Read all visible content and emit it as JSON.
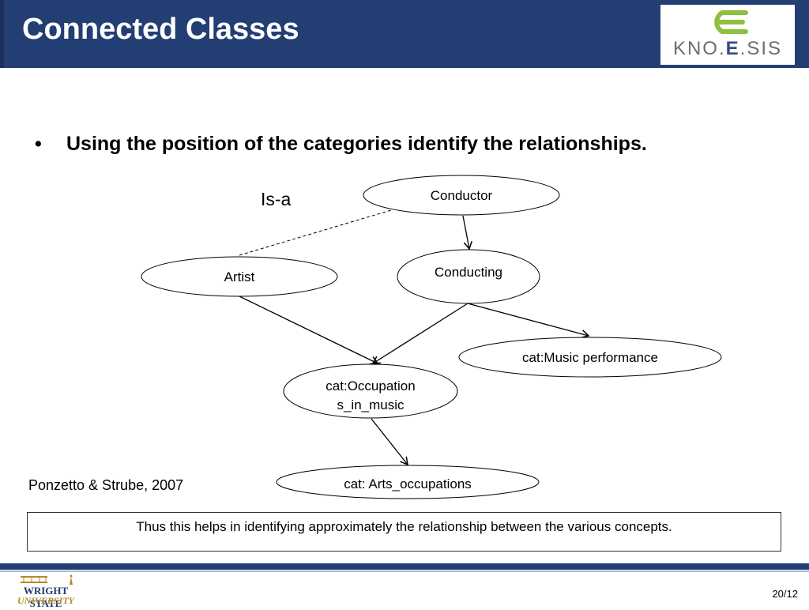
{
  "header": {
    "title": "Connected Classes",
    "logo": {
      "text_prefix": "KNO.",
      "text_e": "E",
      "text_suffix": ".SIS",
      "mark_color": "#8fbf3f"
    }
  },
  "bullet": {
    "dot": "•",
    "text": "Using the position of the categories identify the relationships."
  },
  "diagram": {
    "edge_label": "Is-a",
    "nodes": {
      "conductor": "Conductor",
      "conducting": "Conducting",
      "artist": "Artist",
      "music_performance": "cat:Music performance",
      "occupations_line1": "cat:Occupation",
      "occupations_line2": "s_in_music",
      "arts_occupations": "cat: Arts_occupations"
    }
  },
  "citation": "Ponzetto & Strube, 2007",
  "summary": "Thus this helps in identifying approximately the relationship between the various concepts.",
  "footer": {
    "institution_line1": "WRIGHT STATE",
    "institution_line2": "UNIVERSITY",
    "page": "20/12"
  },
  "colors": {
    "header_bg": "#233e73",
    "accent_green": "#8fbf3f",
    "wsu_gold": "#b28b26"
  }
}
